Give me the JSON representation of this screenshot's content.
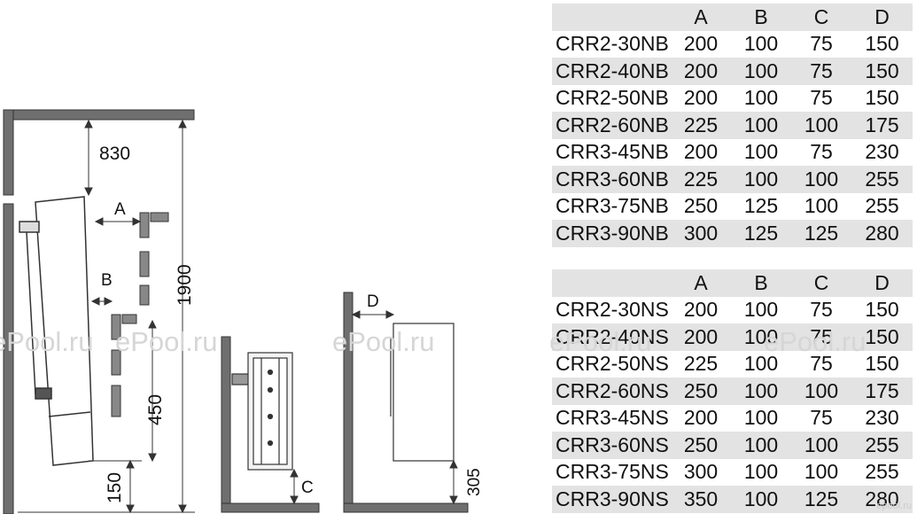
{
  "columns": [
    "",
    "A",
    "B",
    "C",
    "D"
  ],
  "table_nb": [
    [
      "CRR2-30NB",
      "200",
      "100",
      "75",
      "150"
    ],
    [
      "CRR2-40NB",
      "200",
      "100",
      "75",
      "150"
    ],
    [
      "CRR2-50NB",
      "200",
      "100",
      "75",
      "150"
    ],
    [
      "CRR2-60NB",
      "225",
      "100",
      "100",
      "175"
    ],
    [
      "CRR3-45NB",
      "200",
      "100",
      "75",
      "230"
    ],
    [
      "CRR3-60NB",
      "225",
      "100",
      "100",
      "255"
    ],
    [
      "CRR3-75NB",
      "250",
      "125",
      "100",
      "255"
    ],
    [
      "CRR3-90NB",
      "300",
      "125",
      "125",
      "280"
    ]
  ],
  "table_ns": [
    [
      "CRR2-30NS",
      "200",
      "100",
      "75",
      "150"
    ],
    [
      "CRR2-40NS",
      "200",
      "100",
      "75",
      "150"
    ],
    [
      "CRR2-50NS",
      "225",
      "100",
      "75",
      "150"
    ],
    [
      "CRR2-60NS",
      "250",
      "100",
      "100",
      "175"
    ],
    [
      "CRR3-45NS",
      "200",
      "100",
      "75",
      "230"
    ],
    [
      "CRR3-60NS",
      "250",
      "100",
      "100",
      "255"
    ],
    [
      "CRR3-75NS",
      "300",
      "100",
      "100",
      "255"
    ],
    [
      "CRR3-90NS",
      "350",
      "100",
      "125",
      "280"
    ]
  ],
  "diagram": {
    "dim_830": "830",
    "dim_1900": "1900",
    "dim_450": "450",
    "dim_150": "150",
    "dim_305": "305",
    "label_a": "A",
    "label_b": "B",
    "label_c": "C",
    "label_d": "D"
  },
  "watermark": "ePool.ru",
  "brand": "epool.ru"
}
